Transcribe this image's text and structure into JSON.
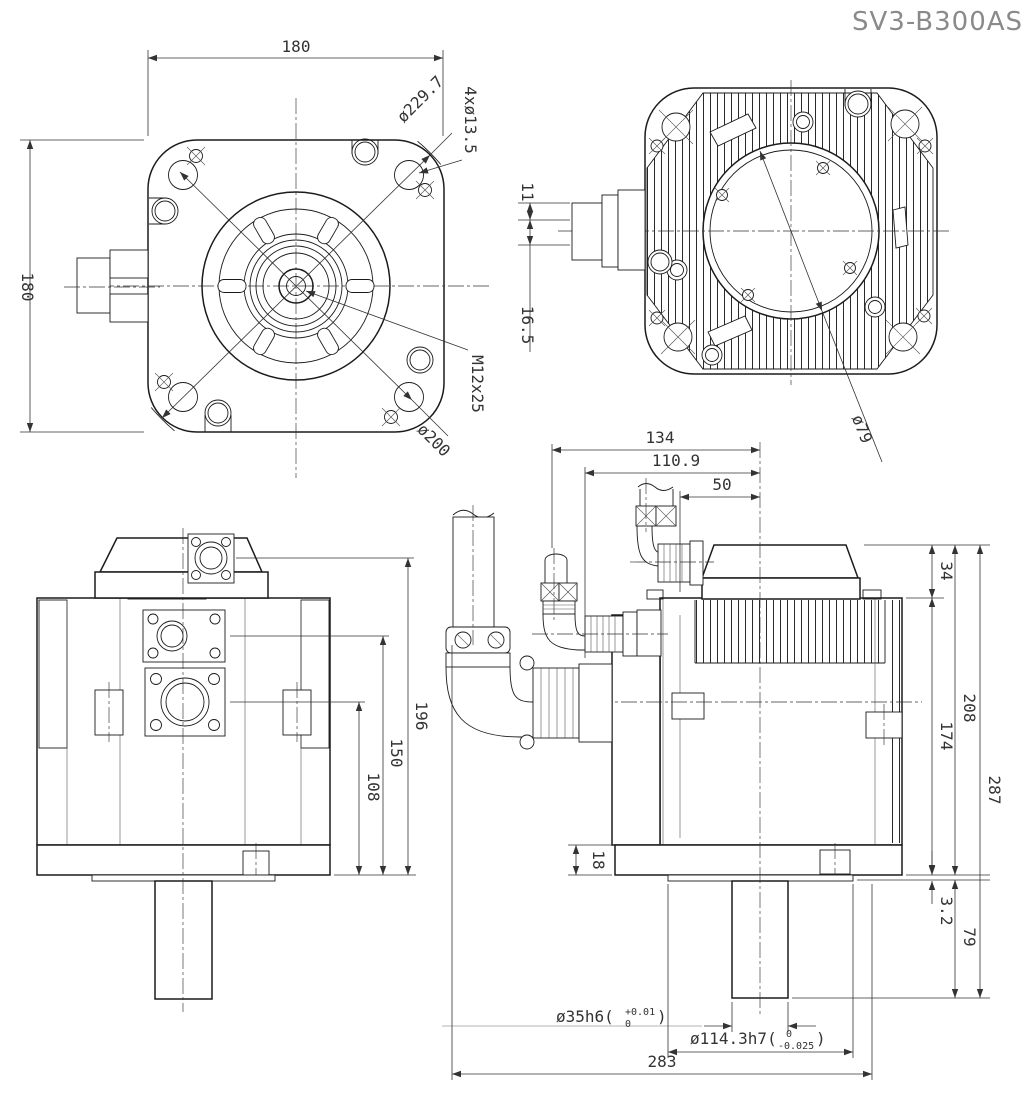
{
  "drawing_number": "SV3-B300AS",
  "front_view": {
    "width": "180",
    "height": "180",
    "corner_dia": "ø229.7",
    "mount_holes": "4xø13.5",
    "tap_spec": "M12x25",
    "bolt_circle_dia": "ø200"
  },
  "rear_view": {
    "offset_top": "11",
    "offset_bottom": "16.5",
    "bore_dia": "ø79"
  },
  "side_view": {
    "conn2_height": "108",
    "conn1_height": "150",
    "box_conn_height": "196"
  },
  "profile_view": {
    "depth_overall": "134",
    "depth_gland": "110.9",
    "depth_front": "50",
    "box_height": "34",
    "body_height": "174",
    "base_height": "208",
    "total_height": "287",
    "flange_thickness": "18",
    "spigot_height": "3.2",
    "shaft_length": "79",
    "shaft_dia": {
      "prefix": "ø35h6(",
      "tol_top": "+0.01",
      "tol_bottom": "0",
      "suffix": ")"
    },
    "spigot_dia": {
      "prefix": "ø114.3h7(",
      "tol_top": "0",
      "tol_bottom": "-0.025",
      "suffix": ")"
    },
    "depth_total": "283"
  }
}
